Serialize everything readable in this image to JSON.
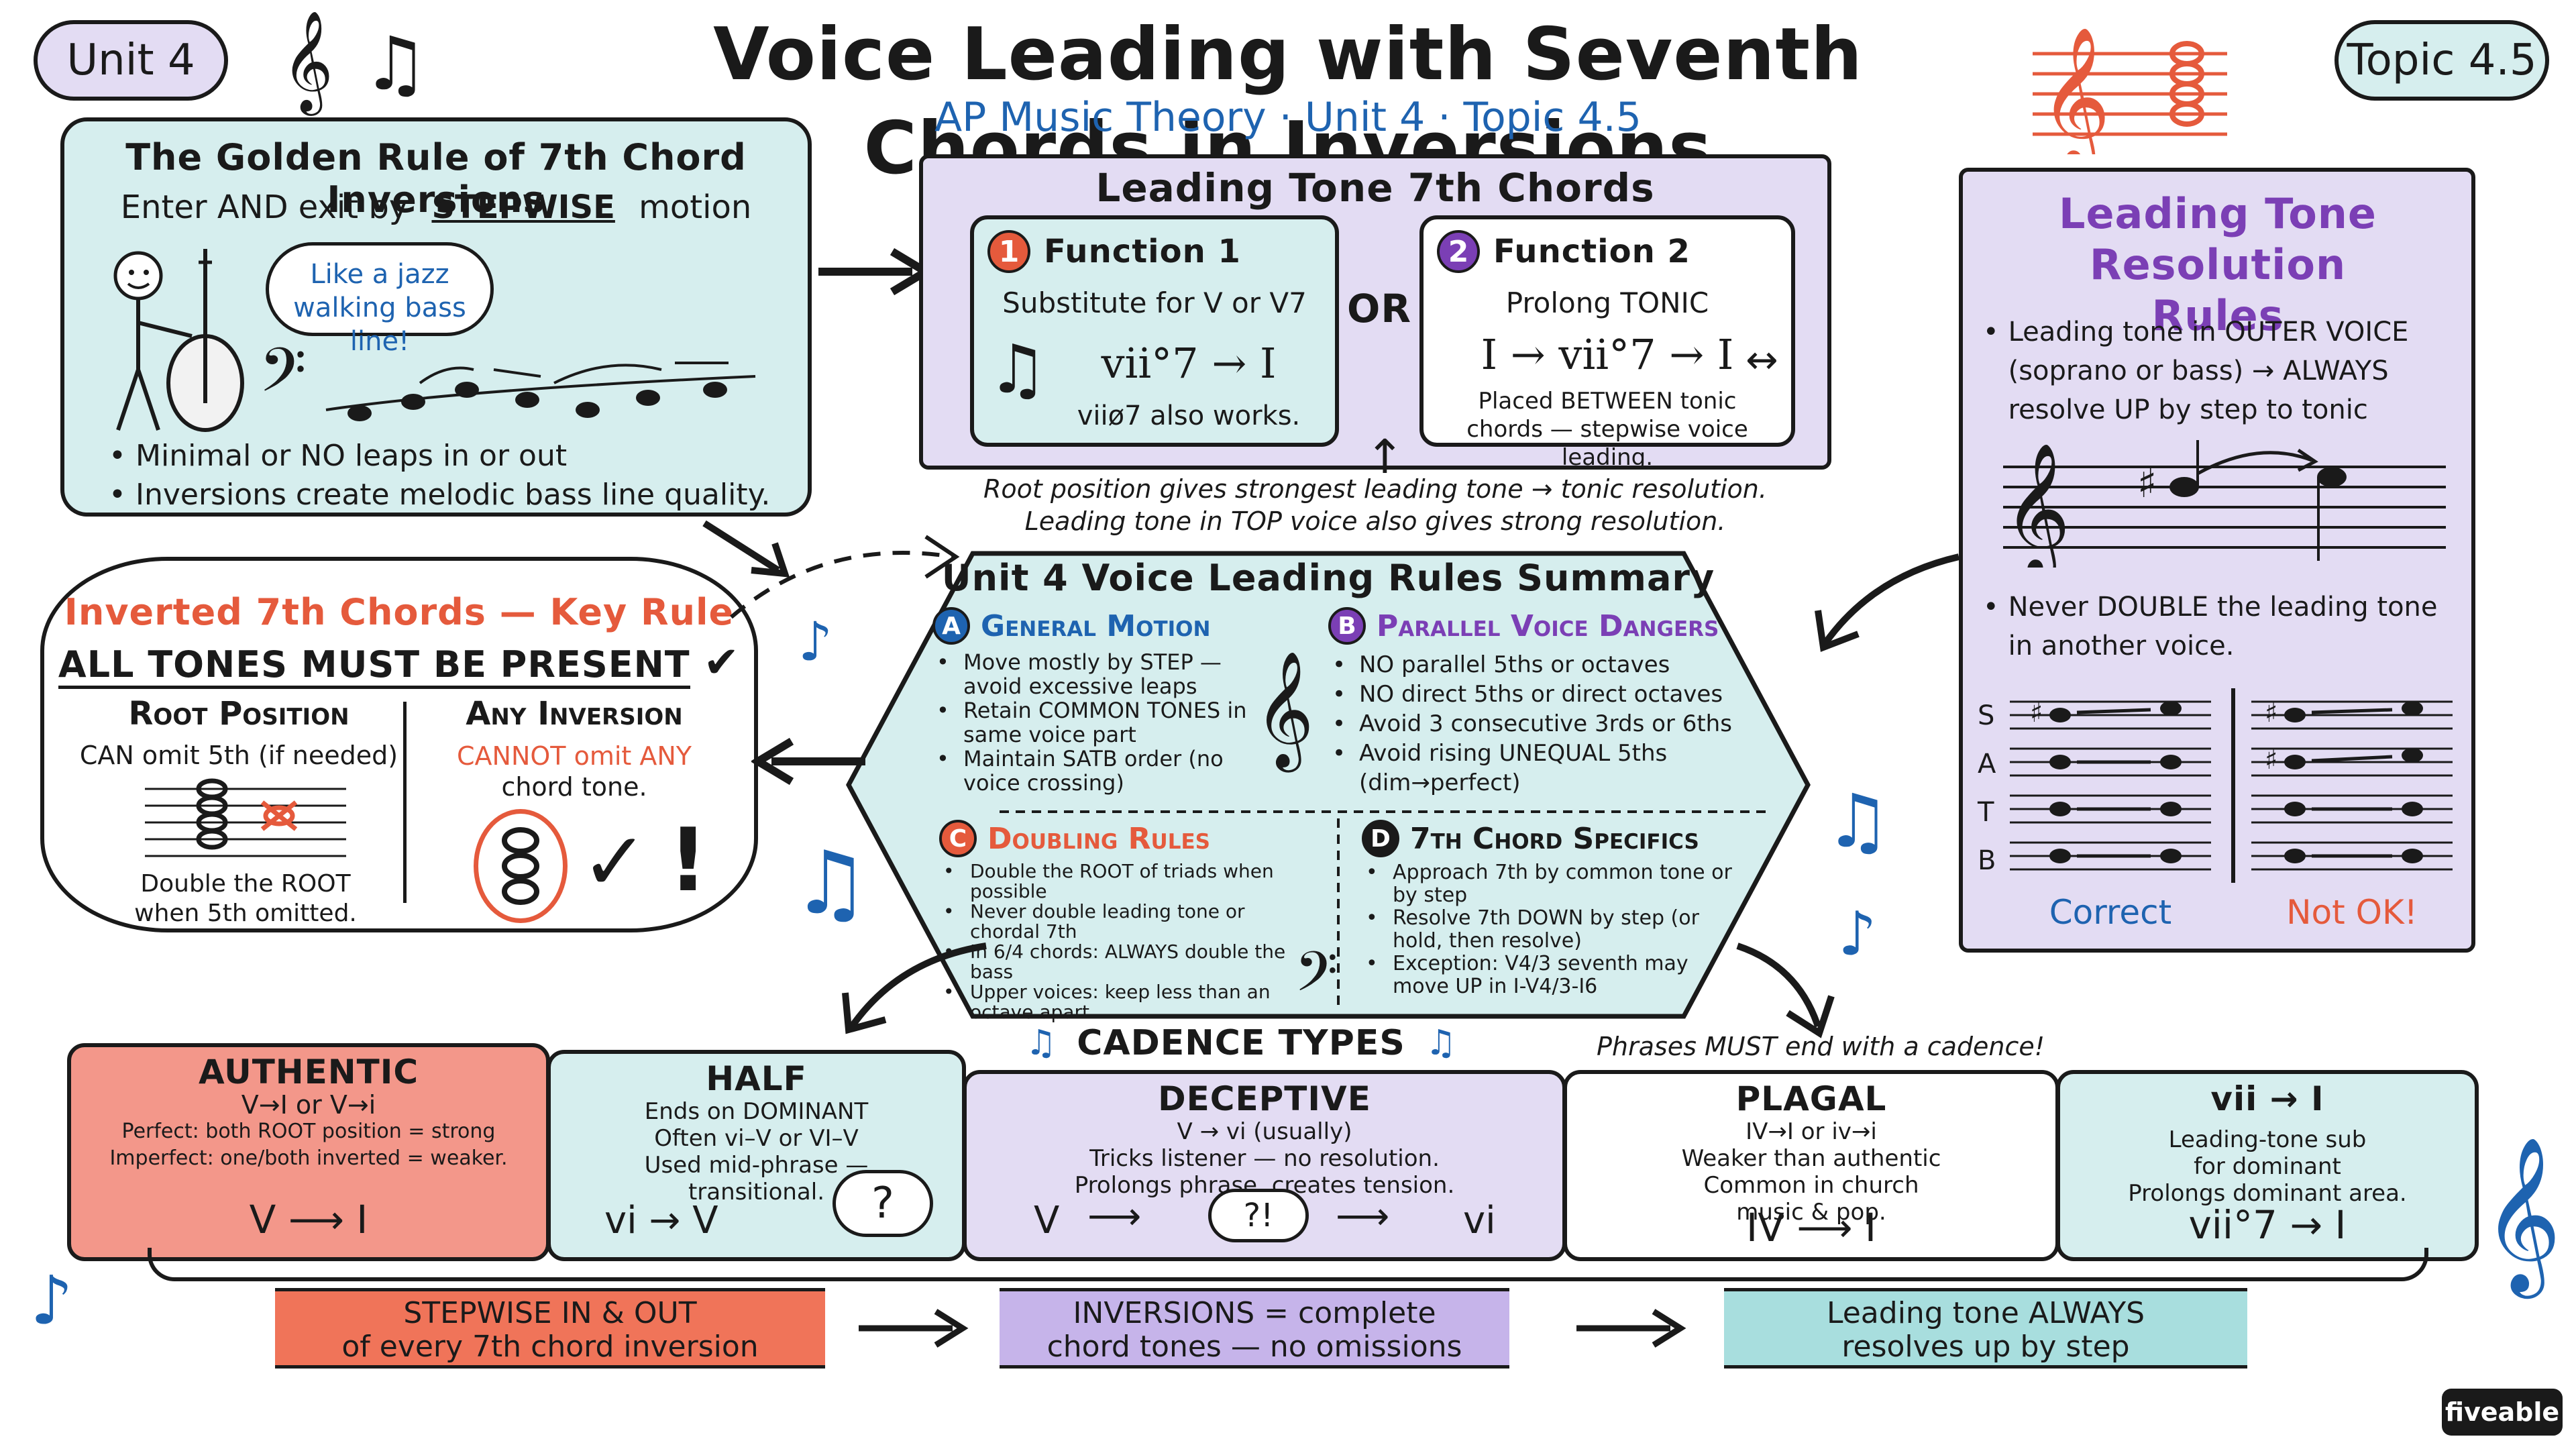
{
  "header": {
    "unit_badge": "Unit 4",
    "topic_badge": "Topic 4.5",
    "title": "Voice Leading with Seventh Chords in Inversions",
    "subtitle": "AP Music Theory · Unit 4 · Topic 4.5"
  },
  "golden_rule": {
    "title": "The Golden Rule of 7th Chord Inversions",
    "subtitle_pre": "Enter AND exit by",
    "subtitle_em": "STEPWISE",
    "subtitle_post": "motion",
    "bubble": "Like a jazz walking bass line!",
    "bullets": [
      "Minimal or NO leaps in or out",
      "Inversions create melodic bass line quality."
    ]
  },
  "leading_tone_chords": {
    "title": "Leading Tone 7th Chords",
    "or_label": "OR",
    "function1": {
      "num": "1",
      "title": "Function 1",
      "desc": "Substitute for V or V7",
      "formula": "vii°7 → I",
      "note": "viiø7 also works."
    },
    "function2": {
      "num": "2",
      "title": "Function 2",
      "desc": "Prolong TONIC",
      "formula": "I → vii°7 → I",
      "note": "Placed BETWEEN tonic chords — stepwise voice leading."
    },
    "caption": [
      "Root position gives strongest leading tone → tonic resolution.",
      "Leading tone in TOP voice also gives strong resolution."
    ]
  },
  "resolution_rules": {
    "title": "Leading Tone Resolution Rules",
    "rule1": "Leading tone in OUTER VOICE (soprano or bass) → ALWAYS resolve UP by step to tonic",
    "rule2": "Never DOUBLE the leading tone in another voice.",
    "voices": [
      "S",
      "A",
      "T",
      "B"
    ],
    "correct": "Correct",
    "not_ok": "Not OK!"
  },
  "inverted_rule": {
    "title": "Inverted 7th Chords — Key Rule",
    "subtitle": "All tones must be present",
    "root_title": "Root Position",
    "root_desc": "CAN omit 5th (if needed)",
    "root_note": "Double the ROOT when 5th omitted.",
    "inv_title": "Any Inversion",
    "inv_desc_em": "CANNOT omit ANY",
    "inv_desc": "chord tone."
  },
  "summary": {
    "title": "Unit 4 Voice Leading Rules Summary",
    "a": {
      "badge": "A",
      "title": "General Motion",
      "items": [
        "Move mostly by STEP — avoid excessive leaps",
        "Retain COMMON TONES in same voice part",
        "Maintain SATB order (no voice crossing)"
      ]
    },
    "b": {
      "badge": "B",
      "title": "Parallel Voice Dangers",
      "items": [
        "NO parallel 5ths or octaves",
        "NO direct 5ths or direct octaves",
        "Avoid 3 consecutive 3rds or 6ths",
        "Avoid rising UNEQUAL 5ths (dim→perfect)"
      ]
    },
    "c": {
      "badge": "C",
      "title": "Doubling Rules",
      "items": [
        "Double the ROOT of triads when possible",
        "Never double leading tone or chordal 7th",
        "In 6/4 chords: ALWAYS double the bass",
        "Upper voices: keep less than an octave apart"
      ]
    },
    "d": {
      "badge": "D",
      "title": "7th Chord Specifics",
      "items": [
        "Approach 7th by common tone or by step",
        "Resolve 7th DOWN by step (or hold, then resolve)",
        "Exception: V4/3 seventh may move UP in I-V4/3-I6"
      ]
    }
  },
  "cadences": {
    "title": "Cadence Types",
    "note": "Phrases MUST end with a cadence!",
    "items": [
      {
        "name": "Authentic",
        "lines": [
          "V→I or V→i",
          "Perfect: both ROOT position = strong",
          "Imperfect: one/both inverted = weaker."
        ],
        "formula": "V ⟶ I"
      },
      {
        "name": "Half",
        "lines": [
          "Ends on DOMINANT",
          "Often vi–V or VI–V",
          "Used mid-phrase —",
          "transitional."
        ],
        "formula": "vi → V",
        "bubble": "?"
      },
      {
        "name": "Deceptive",
        "lines": [
          "V → vi (usually)",
          "Tricks listener — no resolution.",
          "Prolongs phrase, creates tension."
        ],
        "formula_left": "V",
        "formula_mid": "?!",
        "formula_right": "vi"
      },
      {
        "name": "Plagal",
        "lines": [
          "IV→I or iv→i",
          "Weaker than authentic",
          "Common in church",
          "music & pop."
        ],
        "formula": "IV ⟶ I"
      },
      {
        "name": "vii → I",
        "lines": [
          "Leading-tone sub",
          "for dominant",
          "Prolongs dominant area."
        ],
        "formula": "vii°7 → I"
      }
    ]
  },
  "banners": [
    {
      "line1": "STEPWISE IN & OUT",
      "line2": "of every 7th chord inversion"
    },
    {
      "line1": "INVERSIONS = complete",
      "line2": "chord tones — no omissions"
    },
    {
      "line1": "Leading tone ALWAYS",
      "line2": "resolves up by step"
    }
  ],
  "brand": "fiveable",
  "colors": {
    "red": "#e55a3c",
    "blue": "#1e63b0",
    "purple": "#7b3fb5",
    "teal_bg": "#d6eeee",
    "lavender_bg": "#e3dcf3",
    "salmon_bg": "#f3978a"
  }
}
